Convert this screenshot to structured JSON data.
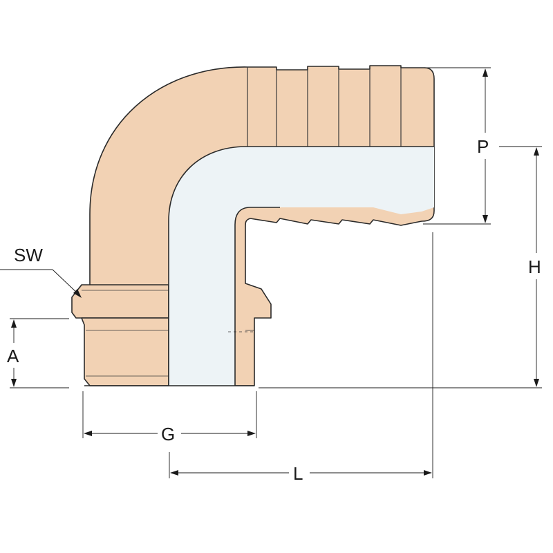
{
  "colors": {
    "body": "#f2d2b4",
    "bore": "#edf3f6",
    "outline": "#2a2a2a",
    "dimension": "#1a1a1a"
  },
  "labels": {
    "sw": "SW",
    "a": "A",
    "g": "G",
    "l": "L",
    "p": "P",
    "h": "H"
  }
}
